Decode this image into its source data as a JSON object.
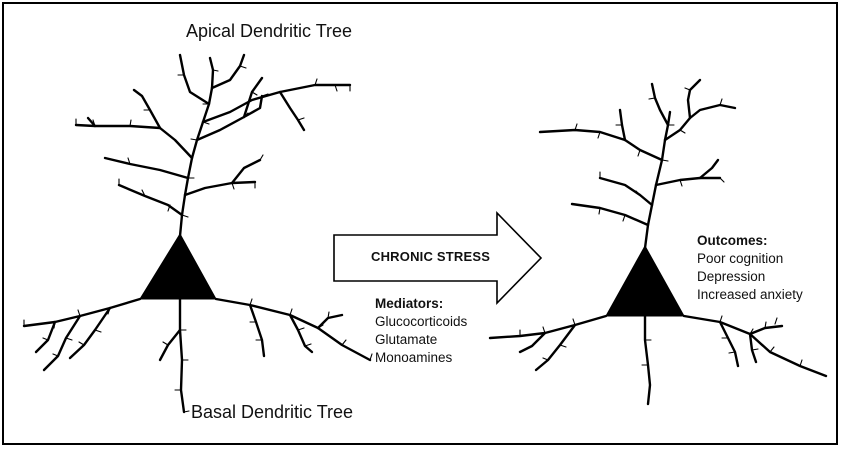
{
  "labels": {
    "apical": "Apical Dendritic Tree",
    "basal": "Basal Dendritic Tree"
  },
  "arrow": {
    "label": "CHRONIC STRESS"
  },
  "mediators": {
    "heading": "Mediators:",
    "items": [
      "Glucocorticoids",
      "Glutamate",
      "Monoamines"
    ]
  },
  "outcomes": {
    "heading": "Outcomes:",
    "items": [
      "Poor cognition",
      "Depression",
      "Increased anxiety"
    ]
  },
  "colors": {
    "ink": "#000000",
    "background": "#ffffff"
  }
}
